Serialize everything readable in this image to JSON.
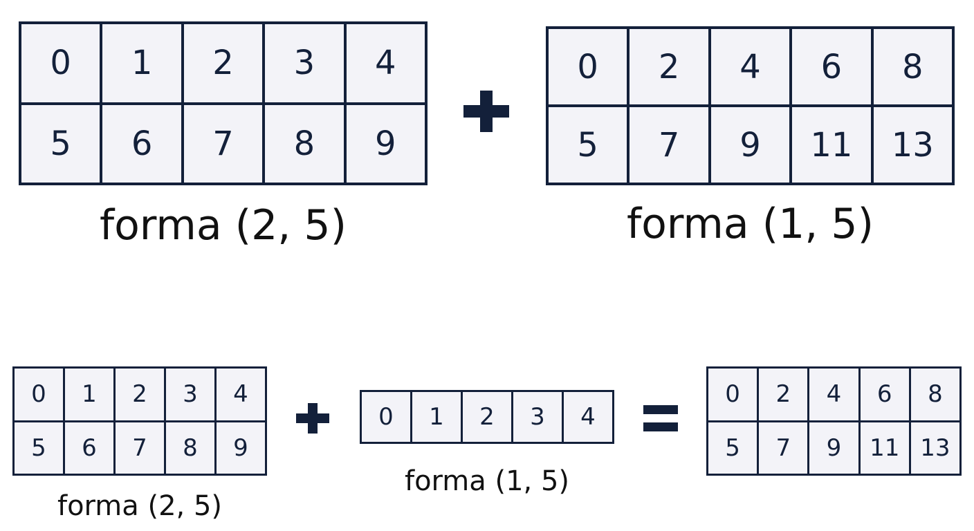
{
  "top": {
    "left_matrix": {
      "rows": [
        [
          "0",
          "1",
          "2",
          "3",
          "4"
        ],
        [
          "5",
          "6",
          "7",
          "8",
          "9"
        ]
      ],
      "label": "forma (2, 5)"
    },
    "right_matrix": {
      "rows": [
        [
          "0",
          "2",
          "4",
          "6",
          "8"
        ],
        [
          "5",
          "7",
          "9",
          "11",
          "13"
        ]
      ],
      "label": "forma (1, 5)"
    },
    "operator_icon": "plus-icon"
  },
  "bottom": {
    "left_matrix": {
      "rows": [
        [
          "0",
          "1",
          "2",
          "3",
          "4"
        ],
        [
          "5",
          "6",
          "7",
          "8",
          "9"
        ]
      ],
      "label": "forma (2, 5)"
    },
    "middle_matrix": {
      "rows": [
        [
          "0",
          "1",
          "2",
          "3",
          "4"
        ]
      ],
      "label": "forma (1, 5)"
    },
    "result_matrix": {
      "rows": [
        [
          "0",
          "2",
          "4",
          "6",
          "8"
        ],
        [
          "5",
          "7",
          "9",
          "11",
          "13"
        ]
      ]
    },
    "plus_icon": "plus-icon",
    "equals_icon": "equals-icon"
  },
  "colors": {
    "ink": "#13203a",
    "cell_fill": "#f3f3f8",
    "background": "#ffffff"
  }
}
